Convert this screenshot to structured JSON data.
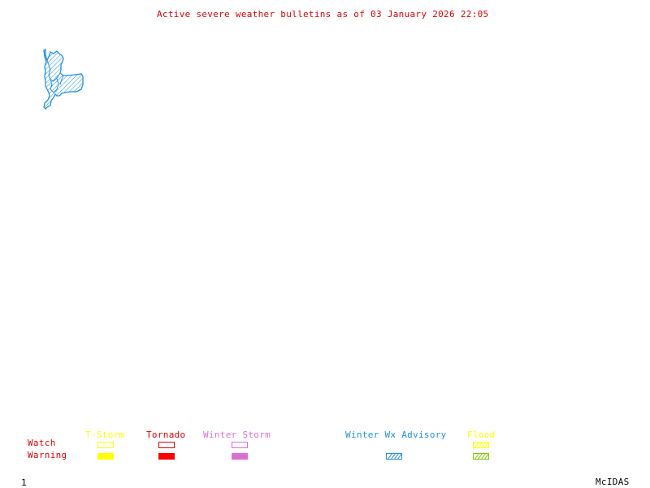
{
  "title": "Active severe weather bulletins as of 03 January 2026 22:05",
  "legend": {
    "row_labels": {
      "watch": "Watch",
      "warning": "Warning"
    },
    "categories": [
      {
        "key": "tstorm",
        "label": "T-Storm",
        "color": "#ffff00",
        "watch_style": "outline",
        "warning_style": "solid",
        "watch_color": "#ffff00",
        "warning_color": "#ffff00"
      },
      {
        "key": "tornado",
        "label": "Tornado",
        "color": "#e00000",
        "watch_style": "outline",
        "warning_style": "solid",
        "watch_color": "#e00000",
        "warning_color": "#ff0000"
      },
      {
        "key": "winter_storm",
        "label": "Winter Storm",
        "color": "#da70d6",
        "watch_style": "outline",
        "warning_style": "solid",
        "watch_color": "#da70d6",
        "warning_color": "#da70d6"
      },
      {
        "key": "winter_wx_advisory",
        "label": "Winter Wx Advisory",
        "color": "#1e90e6",
        "watch_style": "none",
        "warning_style": "hatch",
        "warning_color": "#1e90e6"
      },
      {
        "key": "flood",
        "label": "Flood",
        "color": "#ffff00",
        "watch_style": "hatch",
        "warning_style": "hatch",
        "watch_color": "#ffff00",
        "warning_color": "#7ccd00"
      }
    ]
  },
  "bulletins": [
    {
      "type": "Winter Wx Advisory",
      "color": "#1e90e6",
      "style": "hatch"
    }
  ],
  "footer": {
    "page_number": "1",
    "brand": "McIDAS"
  },
  "row_label_color": "#e00000"
}
